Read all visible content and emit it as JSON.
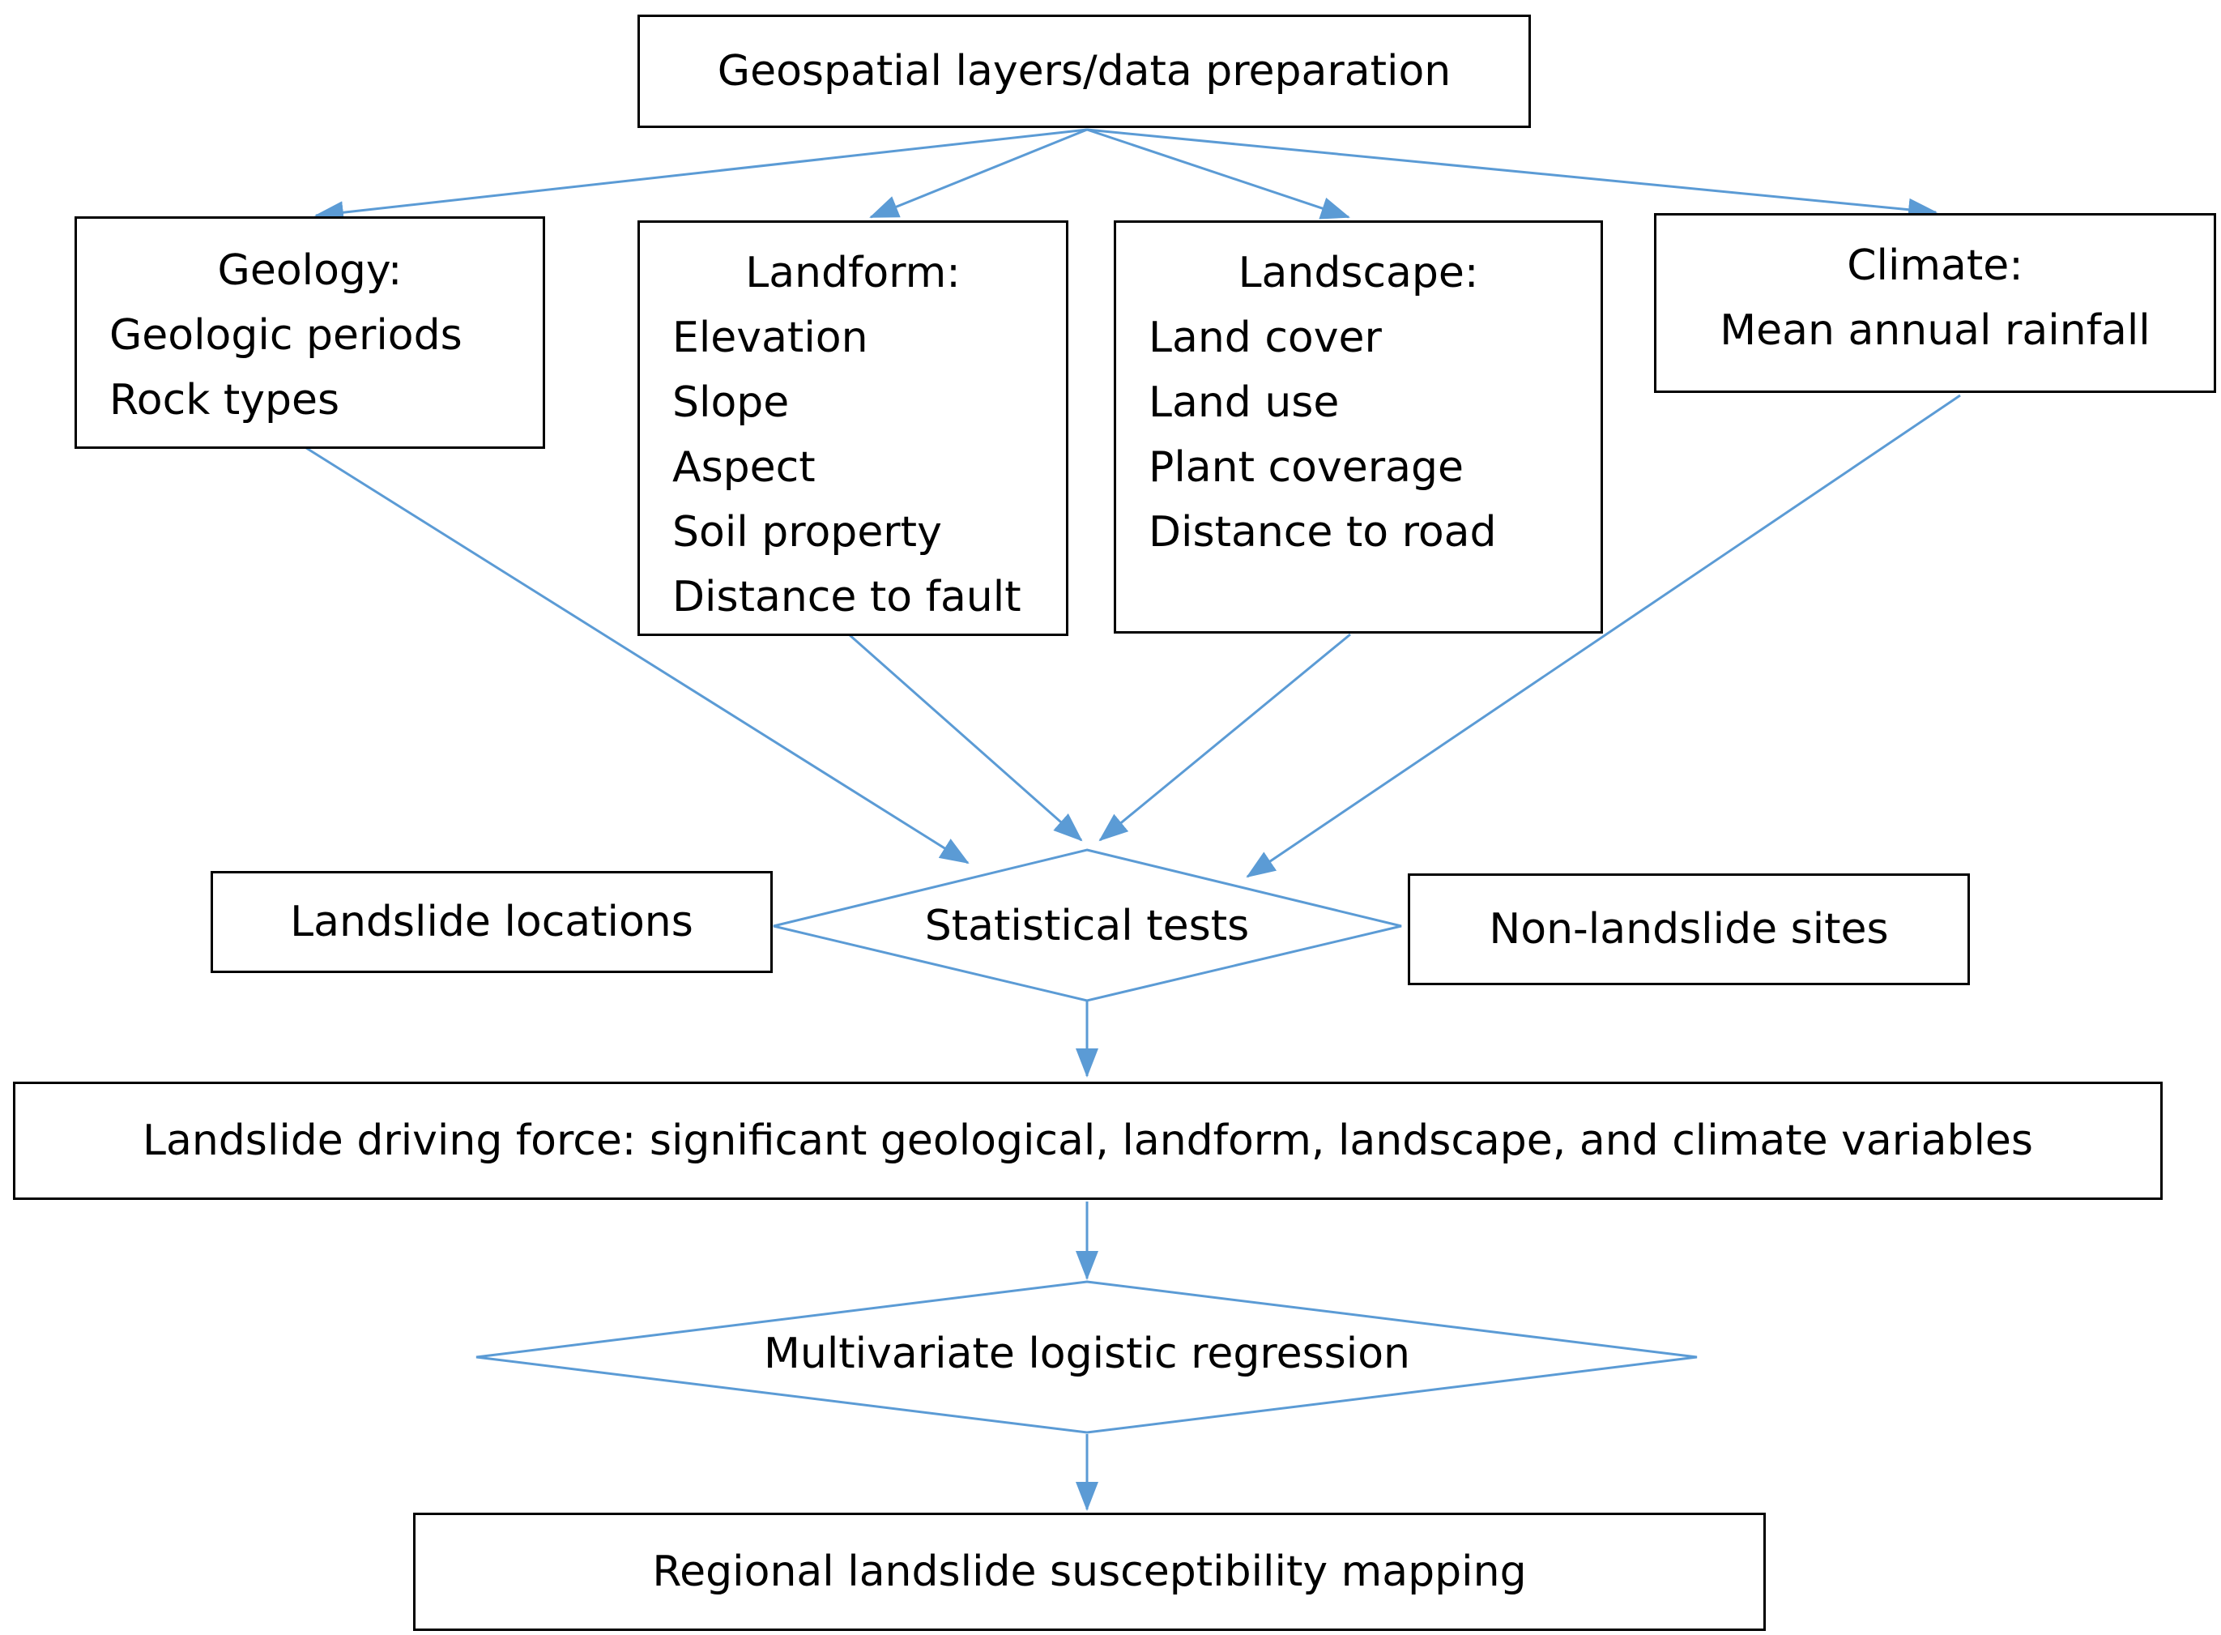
{
  "top": {
    "label": "Geospatial layers/data preparation"
  },
  "geology": {
    "title": "Geology:",
    "items": [
      "Geologic periods",
      "Rock types"
    ]
  },
  "landform": {
    "title": "Landform:",
    "items": [
      "Elevation",
      "Slope",
      "Aspect",
      "Soil property",
      "Distance to fault"
    ]
  },
  "landscape": {
    "title": "Landscape:",
    "items": [
      "Land cover",
      "Land use",
      "Plant coverage",
      "Distance to road"
    ]
  },
  "climate": {
    "title": "Climate:",
    "items": [
      "Mean annual rainfall"
    ]
  },
  "landslide_locations": {
    "label": "Landslide locations"
  },
  "statistical_tests": {
    "label": "Statistical tests"
  },
  "non_landslide_sites": {
    "label": "Non-landslide sites"
  },
  "driving_force": {
    "label": "Landslide driving force: significant geological, landform, landscape, and climate variables"
  },
  "logistic_regression": {
    "label": "Multivariate logistic regression"
  },
  "mapping": {
    "label": "Regional landslide susceptibility mapping"
  },
  "colors": {
    "arrow": "#5b9bd5",
    "border": "#000000"
  }
}
